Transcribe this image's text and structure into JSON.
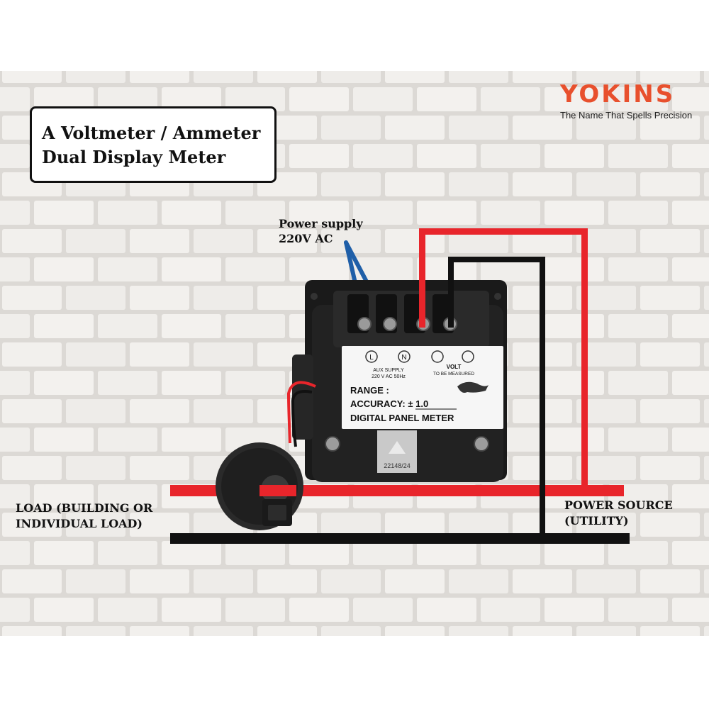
{
  "title": {
    "line1": "A Voltmeter / Ammeter",
    "line2": "Dual Display Meter"
  },
  "brand": {
    "name": "YOKINS",
    "tagline": "The Name That Spells Precision",
    "color": "#e8502d"
  },
  "labels": {
    "power_supply_line1": "Power supply",
    "power_supply_line2": "220V AC",
    "load_line1": "LOAD (BUILDING OR",
    "load_line2": "INDIVIDUAL LOAD)",
    "source_line1": "POWER SOURCE",
    "source_line2": "(UTILITY)"
  },
  "meter_label": {
    "terminal_l": "L",
    "terminal_n": "N",
    "aux_line1": "AUX SUPPLY",
    "aux_line2": "220 V AC 50Hz",
    "volt": "VOLT",
    "to_be_measured": "TO BE MEASURED",
    "range": "RANGE :",
    "accuracy": "ACCURACY: ± 1.0",
    "product": "DIGITAL PANEL METER",
    "sticker": "22148/24"
  },
  "colors": {
    "live_wire": "#e8252b",
    "neutral_wire": "#111111",
    "supply_wire": "#1f5fa8",
    "meter_body": "#1a1a1a",
    "brick": "#f1efec",
    "mortar": "#d9d6d2"
  }
}
